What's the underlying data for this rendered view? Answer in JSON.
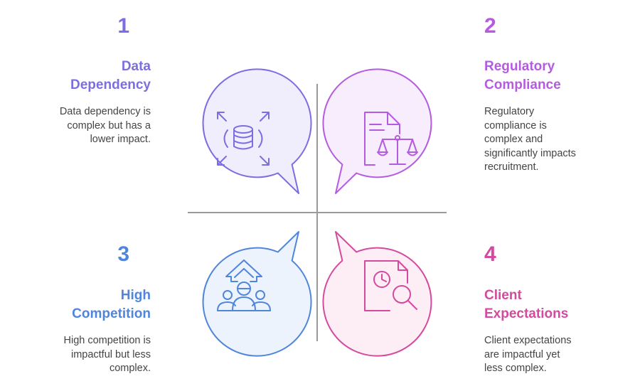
{
  "colors": {
    "q1": "#7b6ee0",
    "q2": "#b45ce0",
    "q3": "#4f86dc",
    "q4": "#d44a9e",
    "divider": "#9a9a9a",
    "desc_text": "#444444"
  },
  "quadrants": [
    {
      "number": "1",
      "title_line1": "Data",
      "title_line2": "Dependency",
      "desc_line1": "Data dependency is",
      "desc_line2": "complex but has a",
      "desc_line3": "lower impact.",
      "icon": "database-expand-icon"
    },
    {
      "number": "2",
      "title_line1": "Regulatory",
      "title_line2": "Compliance",
      "desc_line1": "Regulatory",
      "desc_line2": "compliance is",
      "desc_line3": "complex and",
      "desc_line4": "significantly impacts",
      "desc_line5": "recruitment.",
      "icon": "document-scales-icon"
    },
    {
      "number": "3",
      "title_line1": "High",
      "title_line2": "Competition",
      "desc_line1": "High competition is",
      "desc_line2": "impactful but less",
      "desc_line3": "complex.",
      "icon": "people-arrow-up-icon"
    },
    {
      "number": "4",
      "title_line1": "Client",
      "title_line2": "Expectations",
      "desc_line1": "Client expectations",
      "desc_line2": "are impactful yet",
      "desc_line3": "less complex.",
      "icon": "document-clock-search-icon"
    }
  ]
}
